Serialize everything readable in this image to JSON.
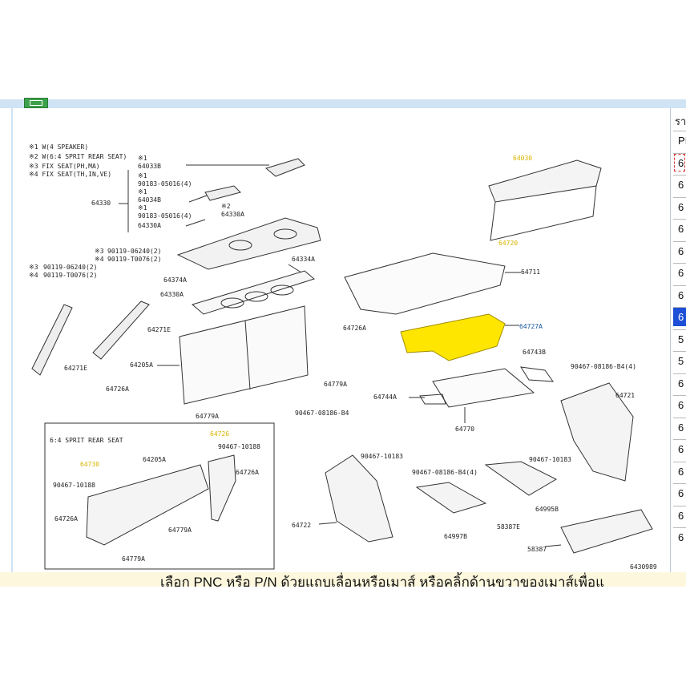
{
  "header": {
    "icon": "app-icon"
  },
  "notes": [
    "※1 W(4 SPEAKER)",
    "※2 W(6:4 SPRIT REAR SEAT)",
    "※3 FIX SEAT(PH,MA)",
    "※4 FIX SEAT(TH,IN,VE)"
  ],
  "inset_title": "6:4 SPRIT REAR SEAT",
  "parts": {
    "p64033B": "64033B",
    "p90183a": "90183-05016(4)",
    "p64034B": "64034B",
    "p90183b": "90183-05016(4)",
    "p64330A_1": "64330A",
    "p64330A_2": "64330A",
    "p64330": "64330",
    "p64330A_3": "64330A",
    "p64374A": "64374A",
    "p64334A": "64334A",
    "p90119c": "90119-06240(2)",
    "p90119d": "90119-T0076(2)",
    "p90119a": "90119-06240(2)",
    "p90119b": "90119-T0076(2)",
    "p64271E_a": "64271E",
    "p64271E_b": "64271E",
    "p64205A": "64205A",
    "p64726A_a": "64726A",
    "p64726A_b": "64726A",
    "p64779A_a": "64779A",
    "p64779A_b": "64779A",
    "p90467a": "90467-08186-B4",
    "p64711": "64711",
    "p64727A": "64727A",
    "p64743B": "64743B",
    "p64744A": "64744A",
    "p64770": "64770",
    "p90467b": "90467-08186-B4(4)",
    "p64721": "64721",
    "p90467c": "90467-10183",
    "p90467d": "90467-10183",
    "p90467e": "90467-08186-B4(4)",
    "p64722": "64722",
    "p64997B": "64997B",
    "p64995B": "64995B",
    "p58387E": "58387E",
    "p58387": "58387",
    "in_64205A": "64205A",
    "in_90467a": "90467-10188",
    "in_90467b": "90467-10188",
    "in_64726A_a": "64726A",
    "in_64726A_b": "64726A",
    "in_64779A_a": "64779A",
    "in_64779A_b": "64779A",
    "hint_a": "64030",
    "hint_b": "64720",
    "hint_c": "64726",
    "hint_d": "64730",
    "footer_code": "6430989"
  },
  "marks": {
    "m1": "※1",
    "m2": "※1",
    "m3": "※1",
    "m4": "※2",
    "m5": "※1",
    "m6": "※3",
    "m7": "※4",
    "m8": "※3",
    "m9": "※4"
  },
  "panel": {
    "title": "รา",
    "rows": [
      "PI",
      "6",
      "6",
      "6",
      "6",
      "6",
      "6",
      "6",
      "6",
      "5",
      "5",
      "6",
      "6",
      "6",
      "6",
      "6",
      "6",
      "6",
      "6"
    ],
    "selected_index": 8,
    "dashed_index": 1
  },
  "status": "เลือก PNC หรือ P/N ด้วยแถบเลื่อนหรือเมาส์ หรือคลิ้กด้านขวาของเมาส์เพื่อแ",
  "colors": {
    "highlight": "#ffe600",
    "highlight_text": "#66ccff",
    "line": "#333333",
    "accent": "#1d4fd7"
  }
}
